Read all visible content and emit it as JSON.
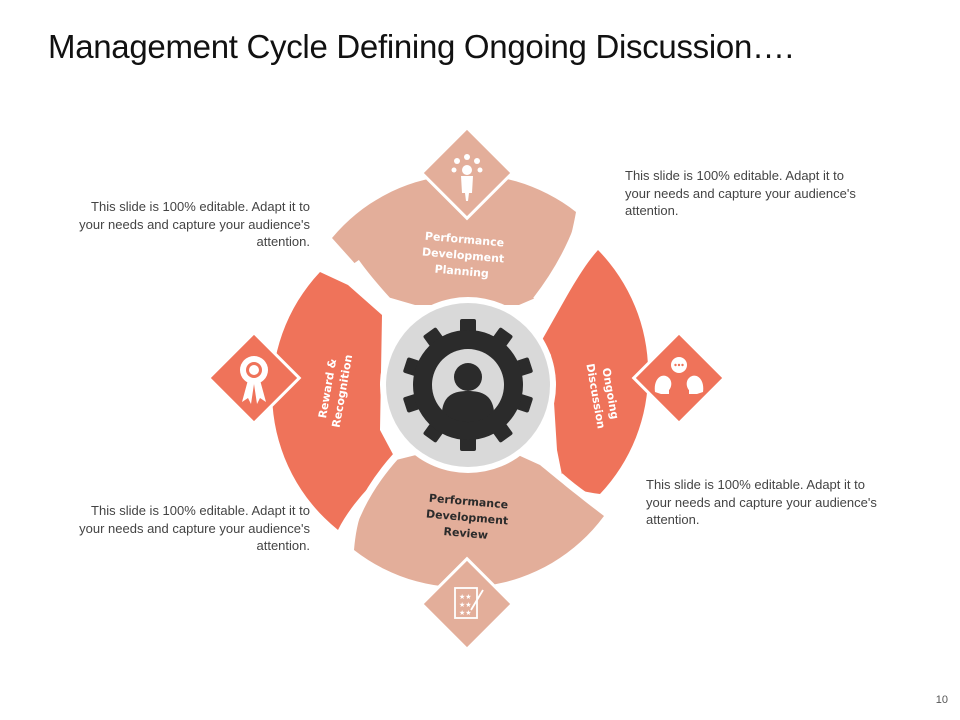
{
  "title": "Management Cycle Defining Ongoing Discussion….",
  "notes": {
    "top_left": "This slide is 100% editable. Adapt it to your needs and capture your audience's attention.",
    "top_right": "This slide is 100% editable. Adapt it to your needs and capture your audience's attention.",
    "bottom_left": "This slide is 100% editable. Adapt it to your needs and capture your audience's attention.",
    "bottom_right": "This slide is 100% editable. Adapt it to your needs and capture your audience's attention."
  },
  "segments": {
    "top": {
      "lines": [
        "Performance",
        "Development",
        "Planning"
      ],
      "icon": "idea-person-icon"
    },
    "right": {
      "lines": [
        "Ongoing",
        "Discussion"
      ],
      "icon": "conversation-icon"
    },
    "bottom": {
      "lines": [
        "Performance",
        "Development",
        "Review"
      ],
      "icon": "rating-document-icon"
    },
    "left": {
      "lines": [
        "Reward &",
        "Recognition"
      ],
      "icon": "award-ribbon-icon"
    }
  },
  "center_icon": "gear-person-icon",
  "colors": {
    "light": "#E3AE9A",
    "dark": "#EF735A",
    "gear": "#2B2B2B",
    "hub": "#D9D9D9"
  },
  "page_number": "10"
}
